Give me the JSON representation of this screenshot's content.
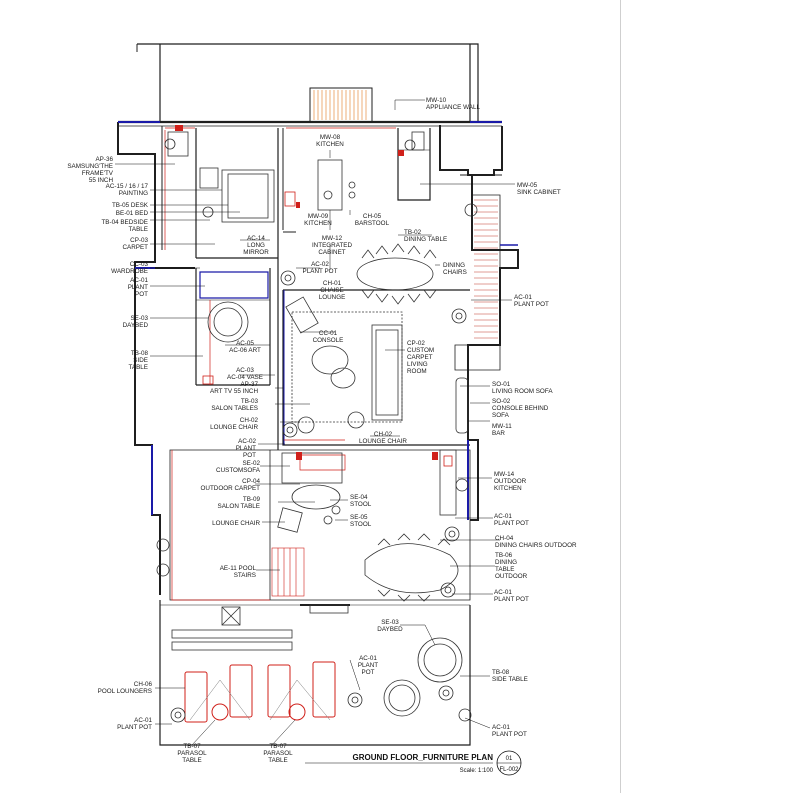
{
  "colors": {
    "wall": "#1f1f1f",
    "wall_blue": "#1a1aa8",
    "red": "#d0201a",
    "orange": "#e07a20",
    "furniture": "#333333",
    "plant": "#2d2d2d"
  },
  "labels": {
    "mw10": [
      "MW-10",
      "APPLIANCE WALL"
    ],
    "mw08": [
      "MW-08",
      "KITCHEN"
    ],
    "ap36": [
      "AP-36",
      "SAMSUNG'THE",
      "FRAME'TV",
      "55 INCH"
    ],
    "ac15": [
      "AC-15 / 16 / 17",
      "PAINTING"
    ],
    "tb05": [
      "TB-05  DESK"
    ],
    "be01": [
      "BE-01  BED"
    ],
    "tb04": [
      "TB-04  BEDSIDE",
      "TABLE"
    ],
    "cp03": [
      "CP-03",
      "CARPET"
    ],
    "cc03": [
      "CC-03",
      "WARDROBE"
    ],
    "ac01a": [
      "AC-01",
      "PLANT",
      "POT"
    ],
    "ac14": [
      "AC-14",
      "LONG",
      "MIRROR"
    ],
    "mw09": [
      "MW-09",
      "KITCHEN"
    ],
    "ch05": [
      "CH-05",
      "BARSTOOL"
    ],
    "mw05": [
      "MW-05",
      "SINK CABINET"
    ],
    "tb02": [
      "TB-02",
      "DINING TABLE"
    ],
    "mw12": [
      "MW-12",
      "INTEGRATED",
      "CABINET"
    ],
    "ac02a": [
      "AC-02",
      "PLANT POT"
    ],
    "ch01": [
      "CH-01",
      "CHAISE",
      "LOUNGE"
    ],
    "dining_chairs": [
      "DINING",
      "CHAIRS"
    ],
    "ac01b": [
      "AC-01",
      "PLANT POT"
    ],
    "se03a": [
      "SE-03",
      "DAYBED"
    ],
    "cc01": [
      "CC-01",
      "CONSOLE"
    ],
    "cp02": [
      "CP-02",
      "CUSTOM",
      "CARPET",
      "LIVING",
      "ROOM"
    ],
    "tb08a": [
      "TB-08",
      "SIDE",
      "TABLE"
    ],
    "ac05": [
      "AC-05",
      "AC-06 ART"
    ],
    "ac03": [
      "AC-03",
      "AC-04 VASE"
    ],
    "ap37": [
      "AP-37",
      "ART TV 55 INCH"
    ],
    "tb03": [
      "TB-03",
      "SALON TABLES"
    ],
    "ch02a": [
      "CH-02",
      "LOUNGE CHAIR"
    ],
    "so01": [
      "SO-01",
      "LIVING ROOM SOFA"
    ],
    "so02": [
      "SO-02",
      "CONSOLE BEHIND",
      "SOFA"
    ],
    "mw11": [
      "MW-11",
      "BAR"
    ],
    "ch02b": [
      "CH-02",
      "LOUNGE CHAIR"
    ],
    "ac02b": [
      "AC-02",
      "PLANT",
      "POT"
    ],
    "se02": [
      "SE-02",
      "CUSTOMSOFA"
    ],
    "cp04": [
      "CP-04",
      "OUTDOOR CARPET"
    ],
    "tb09": [
      "TB-09",
      "SALON TABLE"
    ],
    "lounge_chair": [
      "LOUNGE CHAIR"
    ],
    "se04": [
      "SE-04",
      "STOOL"
    ],
    "se05": [
      "SE-05",
      "STOOL"
    ],
    "mw14": [
      "MW-14",
      "OUTDOOR",
      "KITCHEN"
    ],
    "ac01c": [
      "AC-01",
      "PLANT POT"
    ],
    "ch04": [
      "CH-04",
      "DINING CHAIRS OUTDOOR"
    ],
    "tb06": [
      "TB-06",
      "DINING",
      "TABLE",
      "OUTDOOR"
    ],
    "ac01d": [
      "AC-01",
      "PLANT POT"
    ],
    "ae11": [
      "AE-11  POOL",
      "STAIRS"
    ],
    "se03b": [
      "SE-03",
      "DAYBED"
    ],
    "ac01e": [
      "AC-01",
      "PLANT",
      "POT"
    ],
    "ch06": [
      "CH-06",
      "POOL LOUNGERS"
    ],
    "tb08b": [
      "TB-08",
      "SIDE TABLE"
    ],
    "ac01f": [
      "AC-01",
      "PLANT POT"
    ],
    "ac01g": [
      "AC-01",
      "PLANT POT"
    ],
    "tb07a": [
      "TB-07",
      "PARASOL",
      "TABLE"
    ],
    "tb07b": [
      "TB-07",
      "PARASOL",
      "TABLE"
    ],
    "title": "GROUND FLOOR_FURNITURE PLAN",
    "scale": "Scale: 1:100",
    "sheet_no": "01",
    "sheet_ref": "FL-002"
  }
}
